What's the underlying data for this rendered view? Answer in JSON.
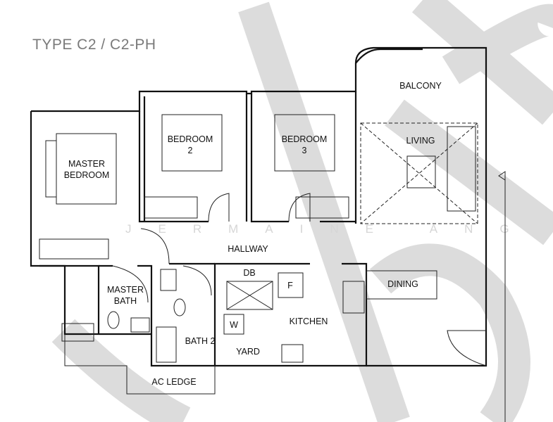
{
  "title": "TYPE C2 / C2-PH",
  "watermark": "JERMAINE ANG",
  "rooms": {
    "balcony": "BALCONY",
    "living": "LIVING",
    "master_bedroom_line1": "MASTER",
    "master_bedroom_line2": "BEDROOM",
    "bedroom2_line1": "BEDROOM",
    "bedroom2_line2": "2",
    "bedroom3_line1": "BEDROOM",
    "bedroom3_line2": "3",
    "hallway": "HALLWAY",
    "db": "DB",
    "master_bath_line1": "MASTER",
    "master_bath_line2": "BATH",
    "dining": "DINING",
    "kitchen": "KITCHEN",
    "fridge": "F",
    "washer": "W",
    "bath2": "BATH 2",
    "yard": "YARD",
    "ac_ledge": "AC LEDGE"
  }
}
